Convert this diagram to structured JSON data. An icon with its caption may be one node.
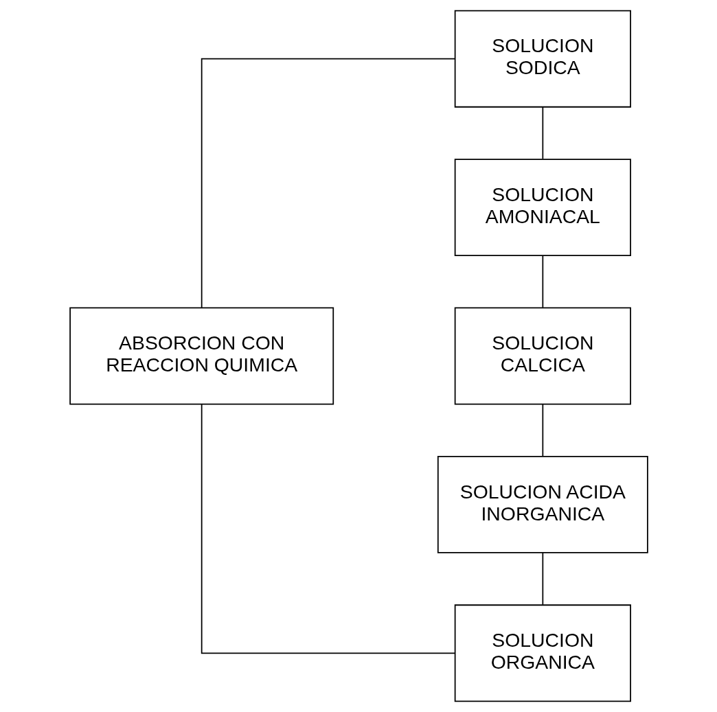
{
  "diagram": {
    "nodes": [
      {
        "text": [
          "ABSORCION CON REACCION QUIMICA"
        ]
      },
      {
        "text": [
          "SOLUCION SODICA"
        ]
      },
      {
        "text": [
          "SOLUCION AMONIACAL"
        ]
      },
      {
        "text": [
          "SOLUCION CALCICA"
        ]
      },
      {
        "text": [
          "SOLUCION ACIDA INORGANICA"
        ]
      },
      {
        "text": [
          "SOLUCION ORGANICA"
        ]
      }
    ],
    "edges": [
      {
        "from": 0,
        "to": 1,
        "arrow": "none"
      },
      {
        "from": 0,
        "to": 5,
        "arrow": "none"
      },
      {
        "from": 1,
        "to": 2,
        "arrow": "none"
      },
      {
        "from": 2,
        "to": 3,
        "arrow": "none"
      },
      {
        "from": 3,
        "to": 4,
        "arrow": "none"
      },
      {
        "from": 4,
        "to": 5,
        "arrow": "none"
      }
    ]
  }
}
